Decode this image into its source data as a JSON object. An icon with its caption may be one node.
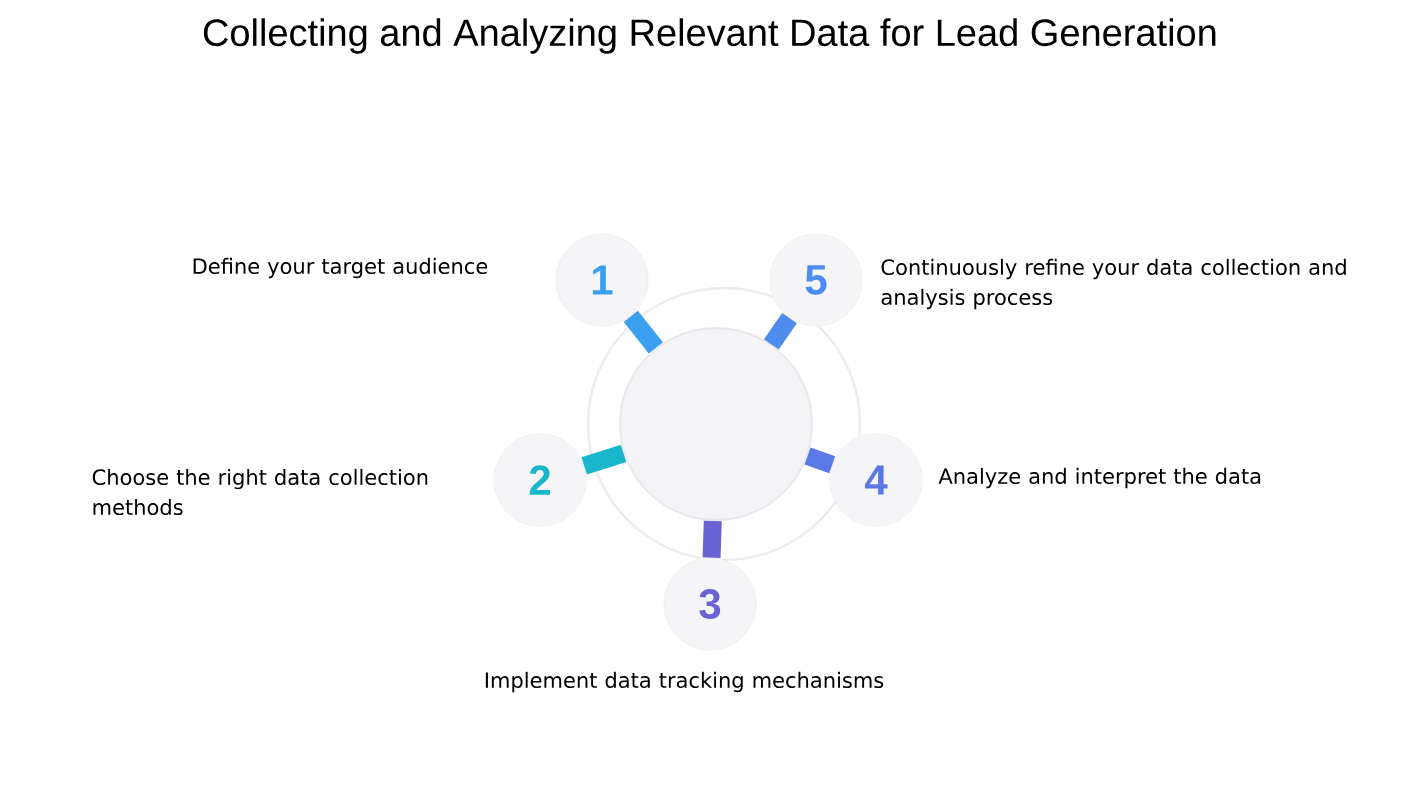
{
  "diagram": {
    "title": "Collecting and Analyzing Relevant Data for Lead Generation",
    "nodes": [
      {
        "text": [],
        "shape": "circle"
      },
      {
        "text": [
          "1"
        ],
        "beside": [
          "Define your target audience"
        ]
      },
      {
        "text": [
          "5"
        ],
        "beside": [
          "Continuously refine your data collection and analysis process"
        ]
      },
      {
        "text": [
          "2"
        ],
        "beside": [
          "Choose the right data collection methods"
        ]
      },
      {
        "text": [
          "4"
        ],
        "beside": [
          "Analyze and interpret the data"
        ]
      },
      {
        "text": [
          "3"
        ],
        "beside": [
          "Implement data tracking mechanisms"
        ]
      }
    ],
    "edges": [
      {
        "from": 1,
        "to": 0,
        "arrow": "none",
        "color": "#3a9ff0"
      },
      {
        "from": 2,
        "to": 0,
        "arrow": "none",
        "color": "#4f8cf0"
      },
      {
        "from": 3,
        "to": 0,
        "arrow": "none",
        "color": "#1ab6cc"
      },
      {
        "from": 4,
        "to": 0,
        "arrow": "none",
        "color": "#5a78e6"
      },
      {
        "from": 5,
        "to": 0,
        "arrow": "none",
        "color": "#6b62d6"
      }
    ]
  }
}
